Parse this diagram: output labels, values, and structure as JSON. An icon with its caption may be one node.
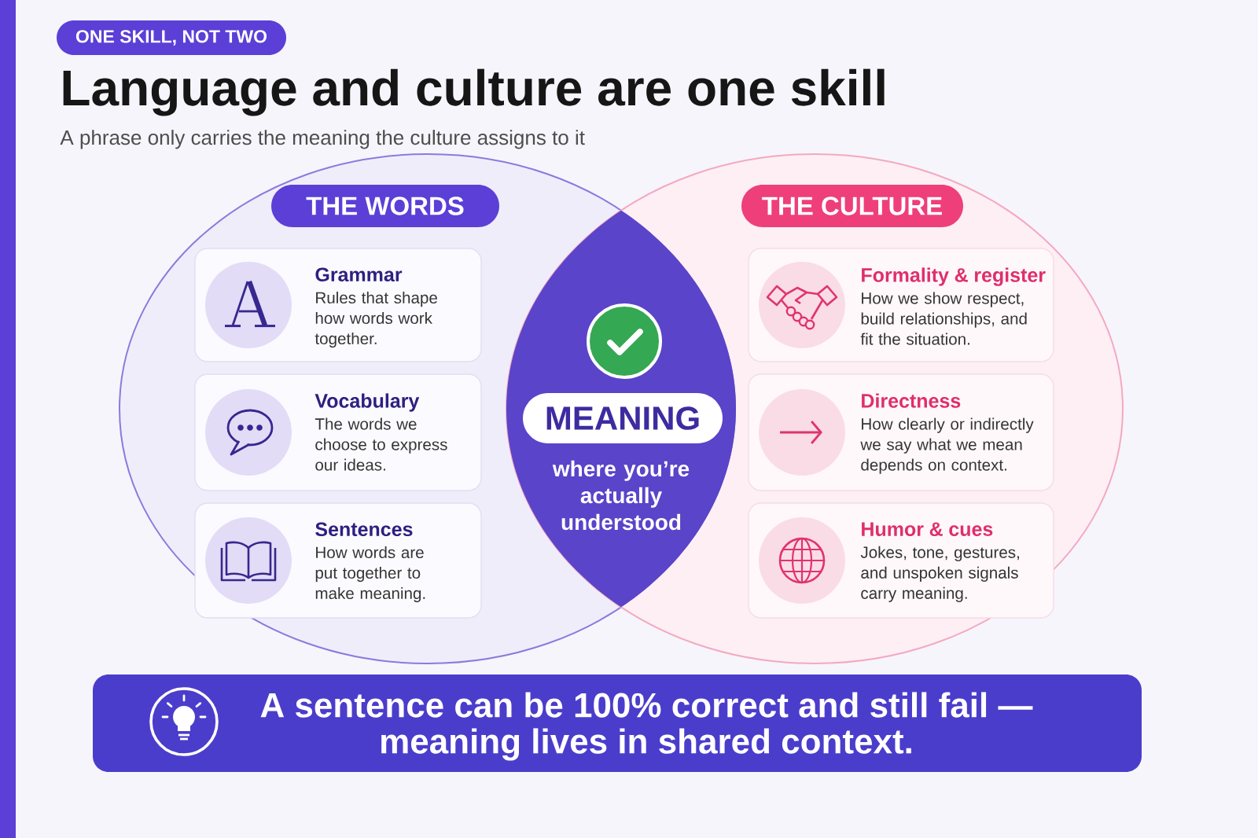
{
  "diagram": {
    "title": "Language and culture are one skill",
    "nodes": [
      {
        "text": [
          "ONE SKILL, NOT TWO"
        ]
      },
      {
        "text": [],
        "shape": "circle"
      },
      {
        "text": [
          "THE WORDS"
        ],
        "in": 1
      },
      {
        "text": [
          "Grammar",
          "Rules that shape how words work together."
        ],
        "in": 1
      },
      {
        "text": [
          "Vocabulary",
          "The words we choose to express our ideas."
        ],
        "in": 1
      },
      {
        "text": [
          "Sentences",
          "How words are put together to make meaning."
        ],
        "in": 1
      },
      {
        "text": [
          "where you’re actually understood"
        ]
      },
      {
        "text": [
          "MEANING"
        ],
        "in": 6
      },
      {
        "text": [],
        "shape": "circle"
      },
      {
        "text": [
          "THE CULTURE"
        ],
        "in": 8
      },
      {
        "text": [
          "Formality & register",
          "How we show respect, build relationships, and fit the situation."
        ],
        "in": 8
      },
      {
        "text": [
          "Directness",
          "How clearly or indirectly we say what we mean depends on context."
        ],
        "in": 8
      },
      {
        "text": [
          "Humor & cues",
          "Jokes, tone, gestures, and unspoken signals carry meaning."
        ],
        "in": 8
      },
      {
        "text": [
          "A sentence can be 100% correct and still fail — meaning lives in shared context."
        ]
      }
    ],
    "labels": [
      "A phrase only carries the meaning the culture assigns to it"
    ]
  }
}
